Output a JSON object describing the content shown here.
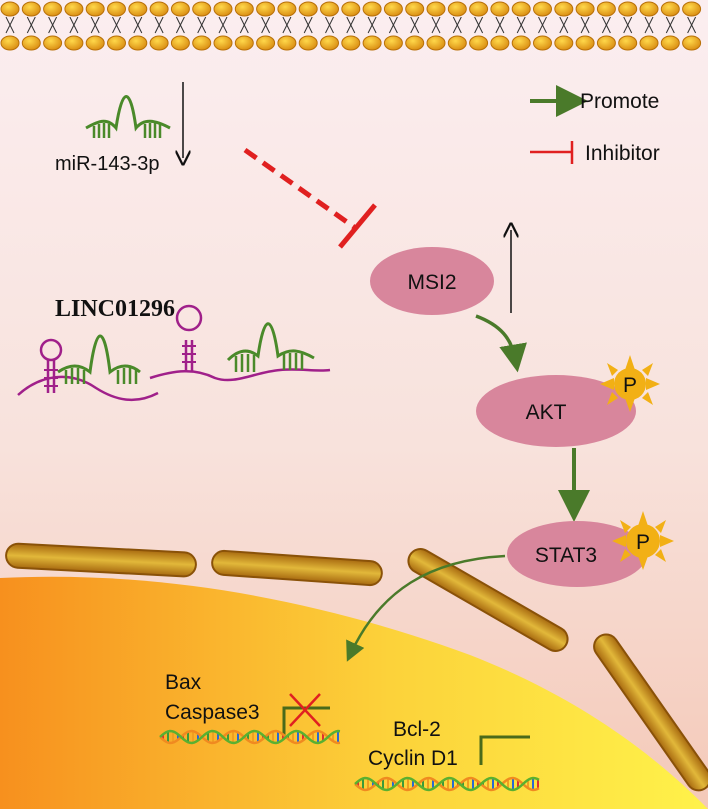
{
  "legend": {
    "promote_label": "Promote",
    "inhibitor_label": "Inhibitor",
    "promote_color": "#4a7a2a",
    "inhibitor_color": "#e02020"
  },
  "mirna": {
    "label": "miR-143-3p"
  },
  "lncrna": {
    "label": "LINC01296"
  },
  "nodes": {
    "msi2": "MSI2",
    "akt": "AKT",
    "stat3": "STAT3",
    "phospho": "P"
  },
  "genes": {
    "bax": "Bax",
    "caspase3": "Caspase3",
    "bcl2": "Bcl-2",
    "cyclin": "Cyclin D1"
  },
  "colors": {
    "node_fill": "#d8869c",
    "rna_green": "#4a8a2a",
    "rna_magenta": "#a0208a",
    "phospho_fill": "#f2b015"
  }
}
